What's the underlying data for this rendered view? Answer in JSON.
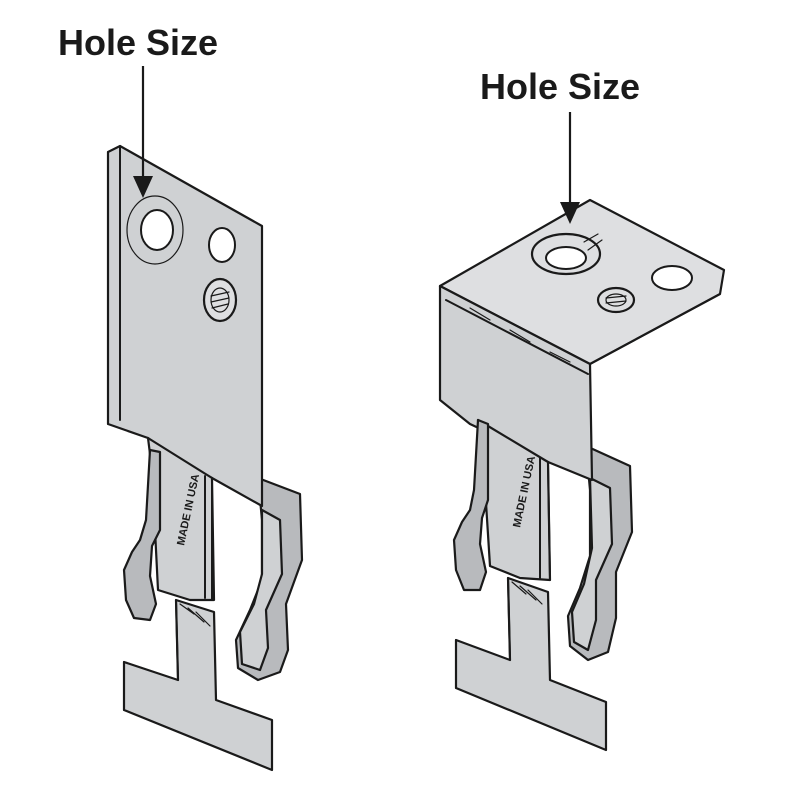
{
  "labels": {
    "left": "Hole Size",
    "right": "Hole Size"
  },
  "stamps": {
    "left": "MADE IN USA",
    "right": "MADE IN USA"
  },
  "colors": {
    "metal": "#cfd1d3",
    "outline": "#1a1a1a",
    "background": "#ffffff"
  }
}
